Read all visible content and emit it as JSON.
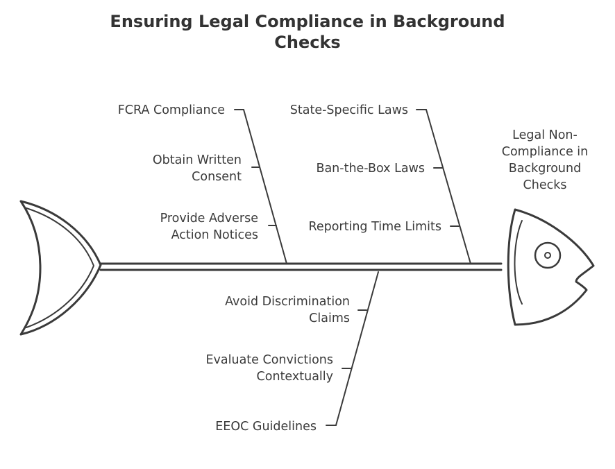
{
  "title": {
    "line1": "Ensuring Legal Compliance in Background",
    "line2": "Checks"
  },
  "effect": {
    "line1": "Legal Non-",
    "line2": "Compliance in",
    "line3": "Background",
    "line4": "Checks"
  },
  "categories": {
    "fcra": {
      "label": "FCRA Compliance",
      "causes": [
        {
          "line1": "Obtain Written",
          "line2": "Consent"
        },
        {
          "line1": "Provide Adverse",
          "line2": "Action Notices"
        }
      ]
    },
    "state": {
      "label": "State-Specific Laws",
      "causes": [
        {
          "line1": "Ban-the-Box Laws"
        },
        {
          "line1": "Reporting Time Limits"
        }
      ]
    },
    "eeoc": {
      "label": "EEOC Guidelines",
      "causes": [
        {
          "line1": "Avoid Discrimination",
          "line2": "Claims"
        },
        {
          "line1": "Evaluate Convictions",
          "line2": "Contextually"
        }
      ]
    }
  },
  "colors": {
    "ink": "#3a3a3a",
    "background": "#ffffff"
  },
  "icons": [
    "fish-tail-icon",
    "fish-head-icon",
    "fish-eye-icon"
  ]
}
